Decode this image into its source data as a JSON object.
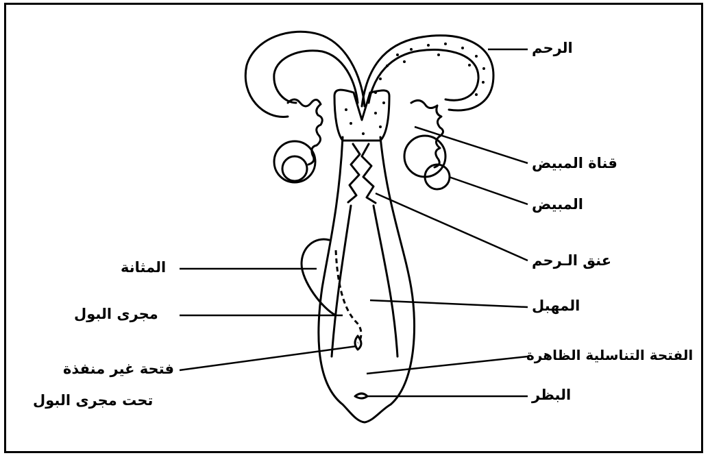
{
  "labels": {
    "uterus": "الرحم",
    "oviduct": "قناة المبيض",
    "ovary": "المبيض",
    "cervix": "عنق الـرحم",
    "bladder": "المثانة",
    "urethra": "مجرى البول",
    "vagina": "المهبل",
    "vulva_opening": "الفتحة التناسلية الظاهرة",
    "blind_opening_line1": "فتحة غير منفذة",
    "blind_opening_line2": "تحت مجرى البول",
    "clitoris": "البظر"
  }
}
